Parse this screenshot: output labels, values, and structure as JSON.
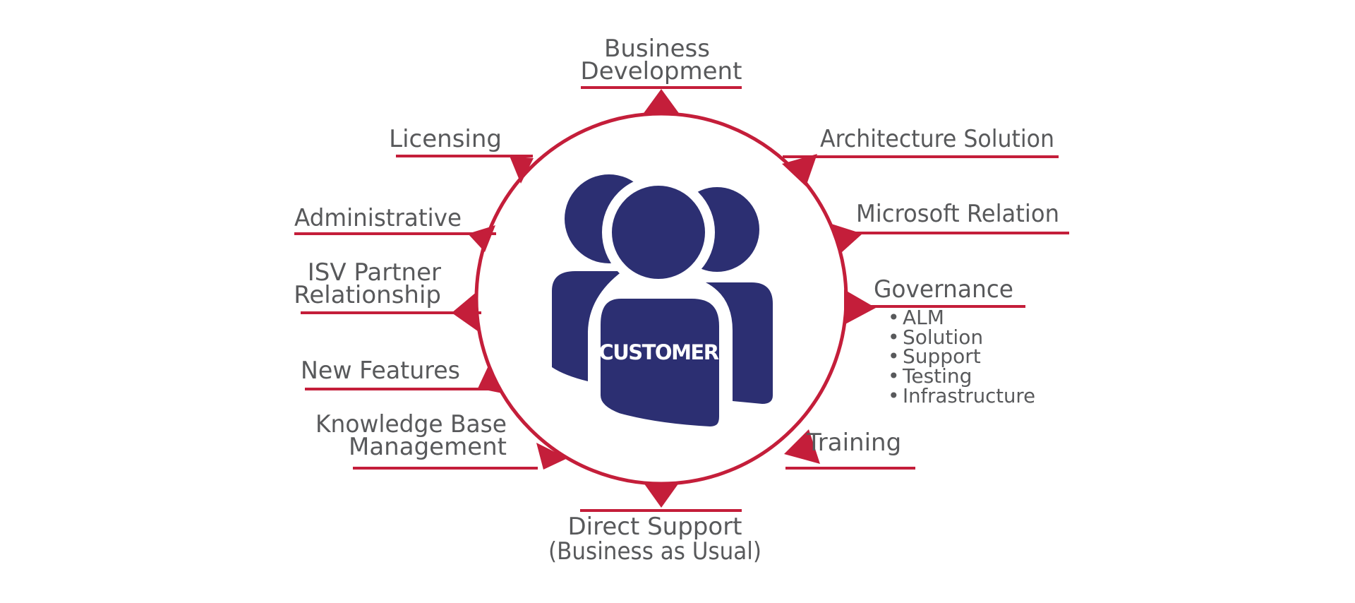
{
  "center": {
    "label": "CUSTOMER"
  },
  "colors": {
    "accent": "#c41e3a",
    "icon": "#2c2f72",
    "text": "#58595b",
    "background": "#ffffff"
  },
  "icon": {
    "name": "people-group-icon"
  },
  "topics": {
    "business_development": {
      "line1": "Business",
      "line2": "Development"
    },
    "architecture_solution": {
      "line1": "Architecture Solution"
    },
    "microsoft_relation": {
      "line1": "Microsoft Relation"
    },
    "governance": {
      "line1": "Governance",
      "bullets": [
        "ALM",
        "Solution",
        "Support",
        "Testing",
        "Infrastructure"
      ]
    },
    "training": {
      "line1": "Training"
    },
    "direct_support": {
      "line1": "Direct Support",
      "line2": "(Business as Usual)"
    },
    "knowledge_base": {
      "line1": "Knowledge Base",
      "line2": "Management"
    },
    "new_features": {
      "line1": "New Features"
    },
    "isv_partner": {
      "line1": "ISV Partner",
      "line2": "Relationship"
    },
    "administrative": {
      "line1": "Administrative"
    },
    "licensing": {
      "line1": "Licensing"
    }
  }
}
